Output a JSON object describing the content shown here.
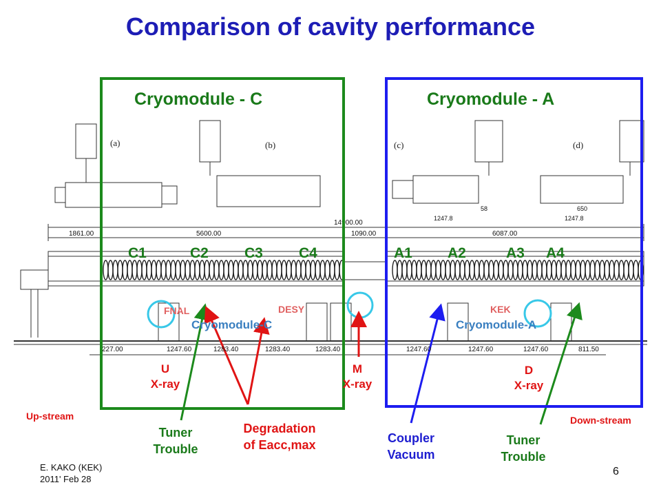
{
  "title": "Comparison of cavity performance",
  "module_c": {
    "title": "Cryomodule - C",
    "cavities": [
      "C1",
      "C2",
      "C3",
      "C4"
    ]
  },
  "module_a": {
    "title": "Cryomodule - A",
    "cavities": [
      "A1",
      "A2",
      "A3",
      "A4"
    ]
  },
  "drawing": {
    "panel_labels": [
      "(a)",
      "(b)",
      "(c)",
      "(d)"
    ],
    "overlay_labels": {
      "fnal": "FNAL",
      "desy": "DESY",
      "kek": "KEK",
      "cryo_c": "Cryomodule-C",
      "cryo_a": "Cryomodule-A"
    },
    "dimensions_top": [
      "1861.00",
      "5600.00",
      "14900.00",
      "1090.00",
      "6087.00"
    ],
    "dimensions_bottom": [
      "227.00",
      "1247.60",
      "1283.40",
      "1283.40",
      "1283.40",
      "1247.60",
      "1247.60",
      "1247.60",
      "811.50"
    ],
    "dimensions_small": [
      "1247.8",
      "1247.8",
      "650",
      "58"
    ]
  },
  "xray": {
    "u": {
      "letter": "U",
      "text": "X-ray"
    },
    "m": {
      "letter": "M",
      "text": "X-ray"
    },
    "d": {
      "letter": "D",
      "text": "X-ray"
    }
  },
  "upstream": "Up-stream",
  "downstream": "Down-stream",
  "annotations": {
    "tuner_left": [
      "Tuner",
      "Trouble"
    ],
    "degradation": [
      "Degradation",
      "of Eacc,max"
    ],
    "coupler": [
      "Coupler",
      "Vacuum"
    ],
    "tuner_right": [
      "Tuner",
      "Trouble"
    ]
  },
  "footer": {
    "author": "E. KAKO (KEK)",
    "date": "2011' Feb 28",
    "page": "6"
  },
  "colors": {
    "title": "#1d1db5",
    "green": "#1c8a1c",
    "blue": "#1d1df0",
    "red": "#e01414",
    "cyan": "#38c8e8"
  }
}
